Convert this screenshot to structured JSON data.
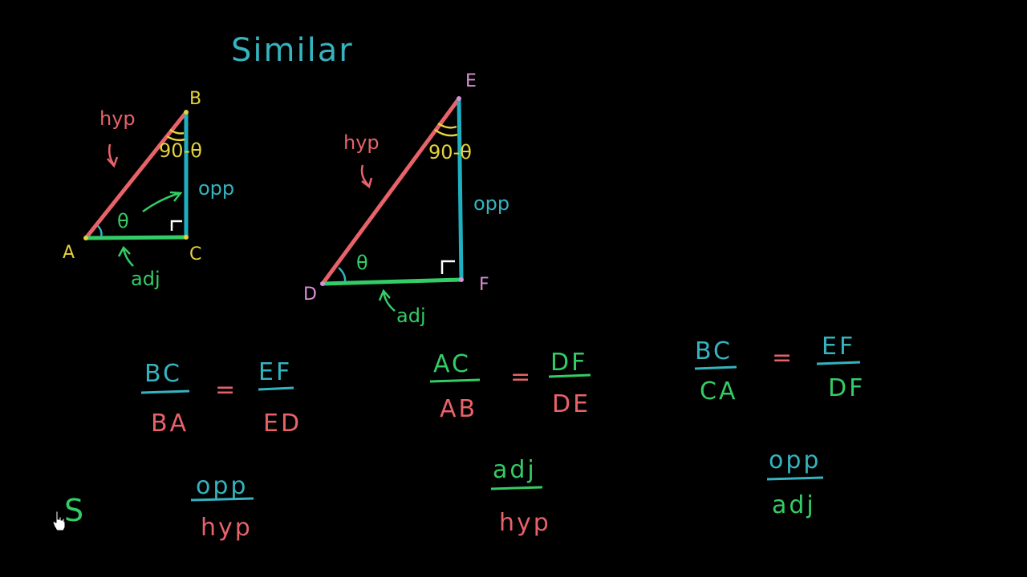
{
  "colors": {
    "background": "#000000",
    "teal": "#35b3bf",
    "red": "#e8626a",
    "green": "#33cc66",
    "yellow": "#e6d23a",
    "pink": "#d98fd6",
    "white": "#ffffff"
  },
  "title": "Similar",
  "triangle1": {
    "vertices": {
      "a": "A",
      "b": "B",
      "c": "C"
    },
    "hyp_label": "hyp",
    "opp_label": "opp",
    "adj_label": "adj",
    "angle_theta": "θ",
    "angle_complement": "90-θ"
  },
  "triangle2": {
    "vertices": {
      "d": "D",
      "e": "E",
      "f": "F"
    },
    "hyp_label": "hyp",
    "opp_label": "opp",
    "adj_label": "adj",
    "angle_theta": "θ",
    "angle_complement": "90-θ"
  },
  "ratios": [
    {
      "num": "BC",
      "den": "BA",
      "eq": "=",
      "num2": "EF",
      "den2": "ED"
    },
    {
      "num": "AC",
      "den": "AB",
      "eq": "=",
      "num2": "DF",
      "den2": "DE"
    },
    {
      "num": "BC",
      "den": "CA",
      "eq": "=",
      "num2": "EF",
      "den2": "DF"
    }
  ],
  "summaries": [
    {
      "num": "opp",
      "den": "hyp"
    },
    {
      "num": "adj",
      "den": "hyp"
    },
    {
      "num": "opp",
      "den": "adj"
    }
  ],
  "side_letter": "S",
  "cursor_icon": "hand-pointer-icon"
}
